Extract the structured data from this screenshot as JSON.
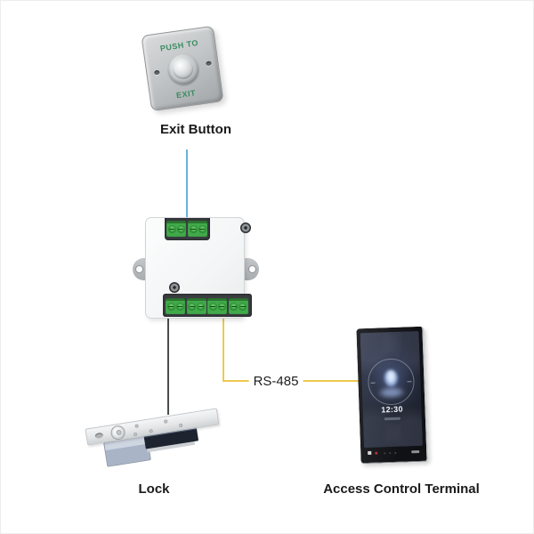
{
  "exit_button": {
    "label": "Exit Button",
    "plate_text_top": "PUSH TO",
    "plate_text_bottom": "EXIT",
    "plate_text_color": "#3a8c60"
  },
  "lock": {
    "label": "Lock"
  },
  "access_terminal": {
    "label": "Access Control Terminal",
    "screen_time": "12:30"
  },
  "connections": {
    "exit_button_to_controller": {
      "color": "#6cb2e0"
    },
    "controller_to_lock": {
      "color": "#4a4d4f"
    },
    "controller_to_terminal": {
      "color": "#eec94f",
      "label": "RS-485"
    }
  }
}
